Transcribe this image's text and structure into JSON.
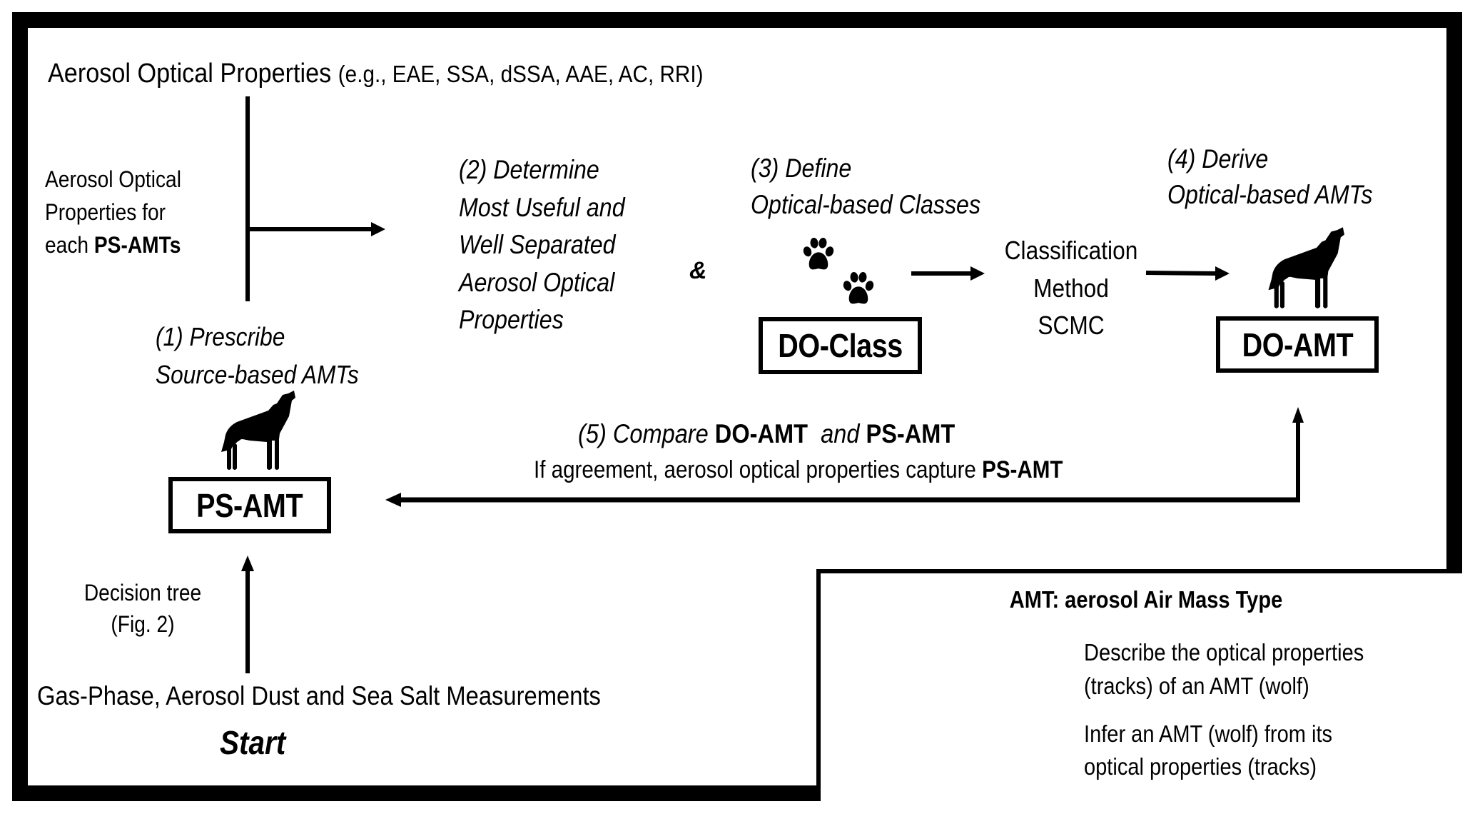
{
  "top_header": {
    "label": "Aerosol Optical Properties",
    "examples": "(e.g., EAE, SSA, dSSA, AAE, AC, RRI)"
  },
  "left_note": {
    "line1": "Aerosol Optical",
    "line2": "Properties for",
    "line3_prefix": "each ",
    "line3_bold": "PS-AMTs"
  },
  "step1": {
    "line1": "(1) Prescribe",
    "line2": "Source-based AMTs"
  },
  "step2": {
    "lines": [
      "(2) Determine",
      "Most Useful and",
      "Well Separated",
      "Aerosol Optical",
      "Properties"
    ]
  },
  "ampersand": "&",
  "step3": {
    "line1": "(3) Define",
    "line2": "Optical-based Classes"
  },
  "classification": {
    "line1": "Classification",
    "line2": "Method",
    "line3": "SCMC"
  },
  "step4": {
    "line1": "(4) Derive",
    "line2": "Optical-based AMTs"
  },
  "boxes": {
    "do_class": "DO-Class",
    "do_amt": "DO-AMT",
    "ps_amt": "PS-AMT"
  },
  "step5": {
    "prefix": "(5) Compare ",
    "term1": "DO-AMT",
    "connector": "and",
    "term2": "PS-AMT",
    "note_prefix": "If agreement, aerosol optical properties capture ",
    "note_bold": "PS-AMT"
  },
  "decision": {
    "line1": "Decision tree",
    "line2": "(Fig. 2)"
  },
  "measurements": "Gas-Phase, Aerosol Dust and Sea Salt Measurements",
  "start": "Start",
  "legend": {
    "title": "AMT: aerosol Air Mass Type",
    "rows": [
      {
        "icons": [
          "wolf-icon",
          "block-arrow-icon",
          "paw-prints-icon"
        ],
        "line1": "Describe the optical properties",
        "line2": "(tracks) of an AMT (wolf)"
      },
      {
        "icons": [
          "paw-prints-icon",
          "block-arrow-icon",
          "wolf-icon"
        ],
        "line1": "Infer an AMT (wolf) from its",
        "line2": "optical properties (tracks)"
      }
    ]
  },
  "icons": {
    "wolf": "wolf-icon",
    "paws": "paw-prints-icon",
    "arrow": "arrow-icon"
  },
  "colors": {
    "ink": "#000000",
    "background": "#ffffff"
  }
}
